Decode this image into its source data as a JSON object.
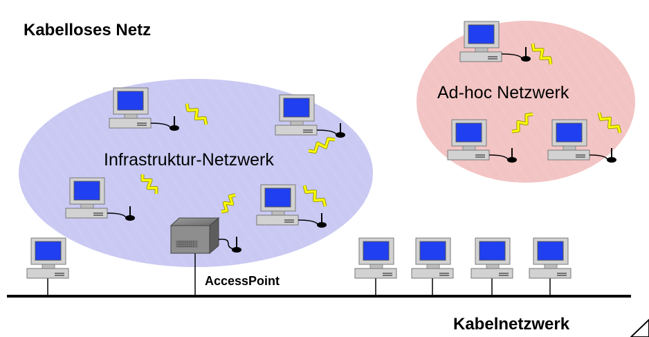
{
  "title": "Kabelloses Netz",
  "labels": {
    "infrastructure": "Infrastruktur-Netzwerk",
    "adhoc": "Ad-hoc Netzwerk",
    "accesspoint": "AccessPoint",
    "wired": "Kabelnetzwerk"
  },
  "colors": {
    "infrastructure_fill": "#c9c9f3",
    "adhoc_fill": "#f3c4c4",
    "screen": "#1f3ff0",
    "case": "#d2d2d2",
    "signal": "#ffff00",
    "cable": "#000000"
  },
  "icons": [
    "computer-icon",
    "antenna-icon",
    "radio-signal-icon",
    "access-point-icon"
  ]
}
